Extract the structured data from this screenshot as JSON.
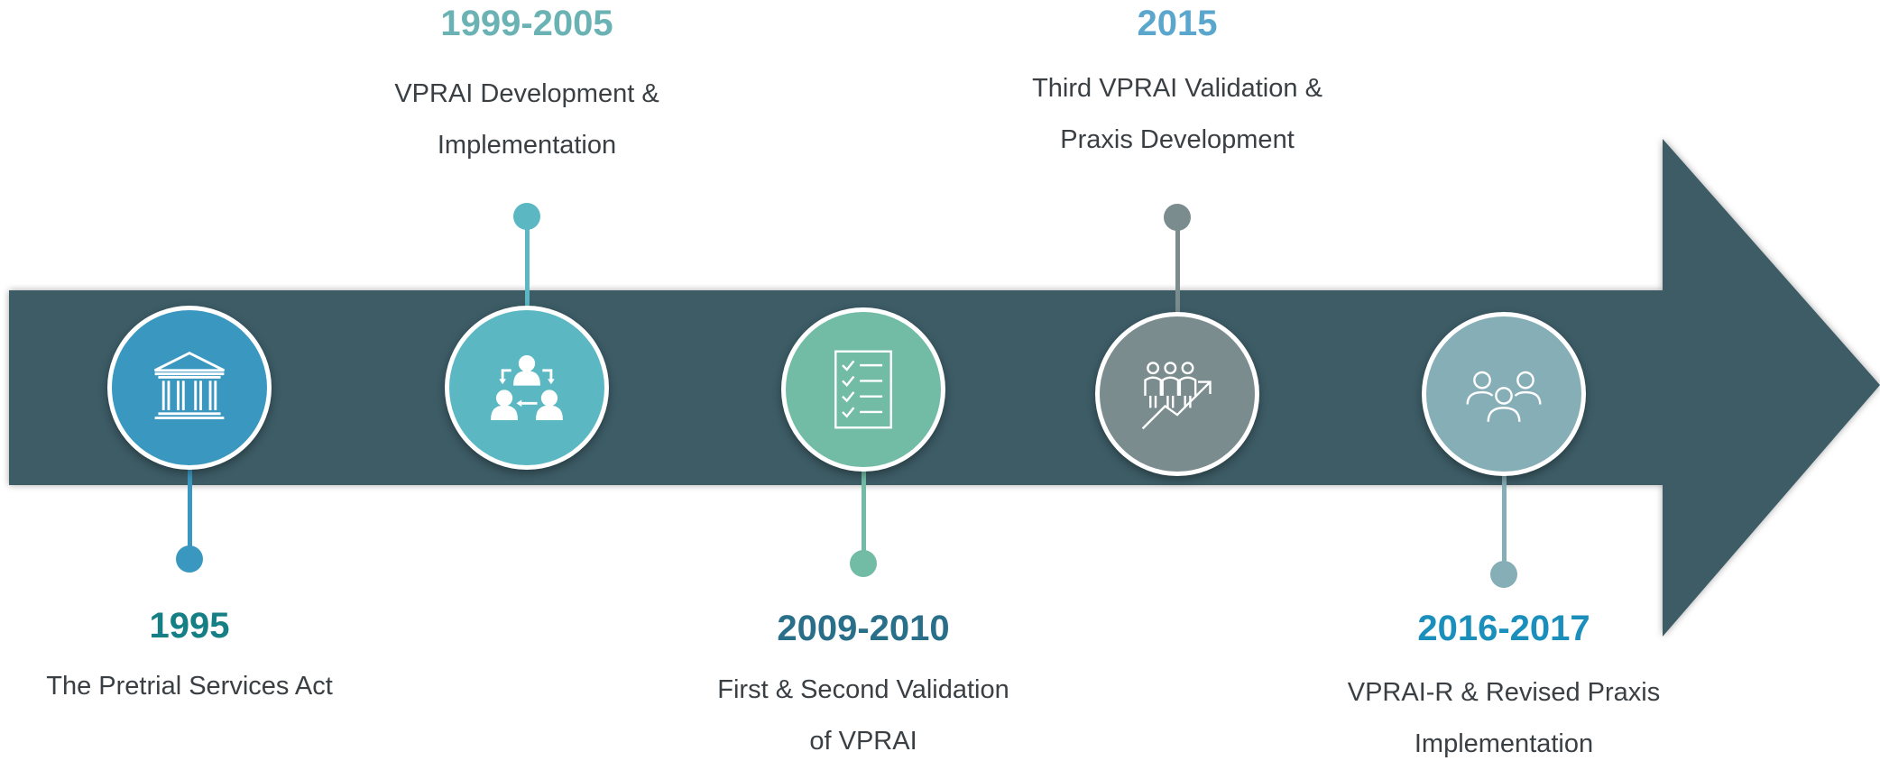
{
  "milestones": [
    {
      "year": "1995",
      "desc_lines": [
        "The Pretrial Services Act"
      ],
      "icon": "courthouse-icon",
      "color": "#3a97c0",
      "year_color": "#157f86",
      "label_position": "below"
    },
    {
      "year": "1999-2005",
      "desc_lines": [
        "VPRAI Development &",
        "Implementation"
      ],
      "icon": "workflow-people-icon",
      "color": "#5bb8c3",
      "year_color": "#6ab2b3",
      "label_position": "above"
    },
    {
      "year": "2009-2010",
      "desc_lines": [
        "First & Second Validation",
        "of VPRAI"
      ],
      "icon": "checklist-icon",
      "color": "#72bca6",
      "year_color": "#2a6f8a",
      "label_position": "below"
    },
    {
      "year": "2015",
      "desc_lines": [
        "Third VPRAI Validation &",
        "Praxis Development"
      ],
      "icon": "growth-team-icon",
      "color": "#7a8c8e",
      "year_color": "#5aa6cc",
      "label_position": "above"
    },
    {
      "year": "2016-2017",
      "desc_lines": [
        "VPRAI-R & Revised Praxis",
        "Implementation"
      ],
      "icon": "group-icon",
      "color": "#86aeb6",
      "year_color": "#1b8fbc",
      "label_position": "below"
    }
  ],
  "arrow_color": "#3d5c66"
}
